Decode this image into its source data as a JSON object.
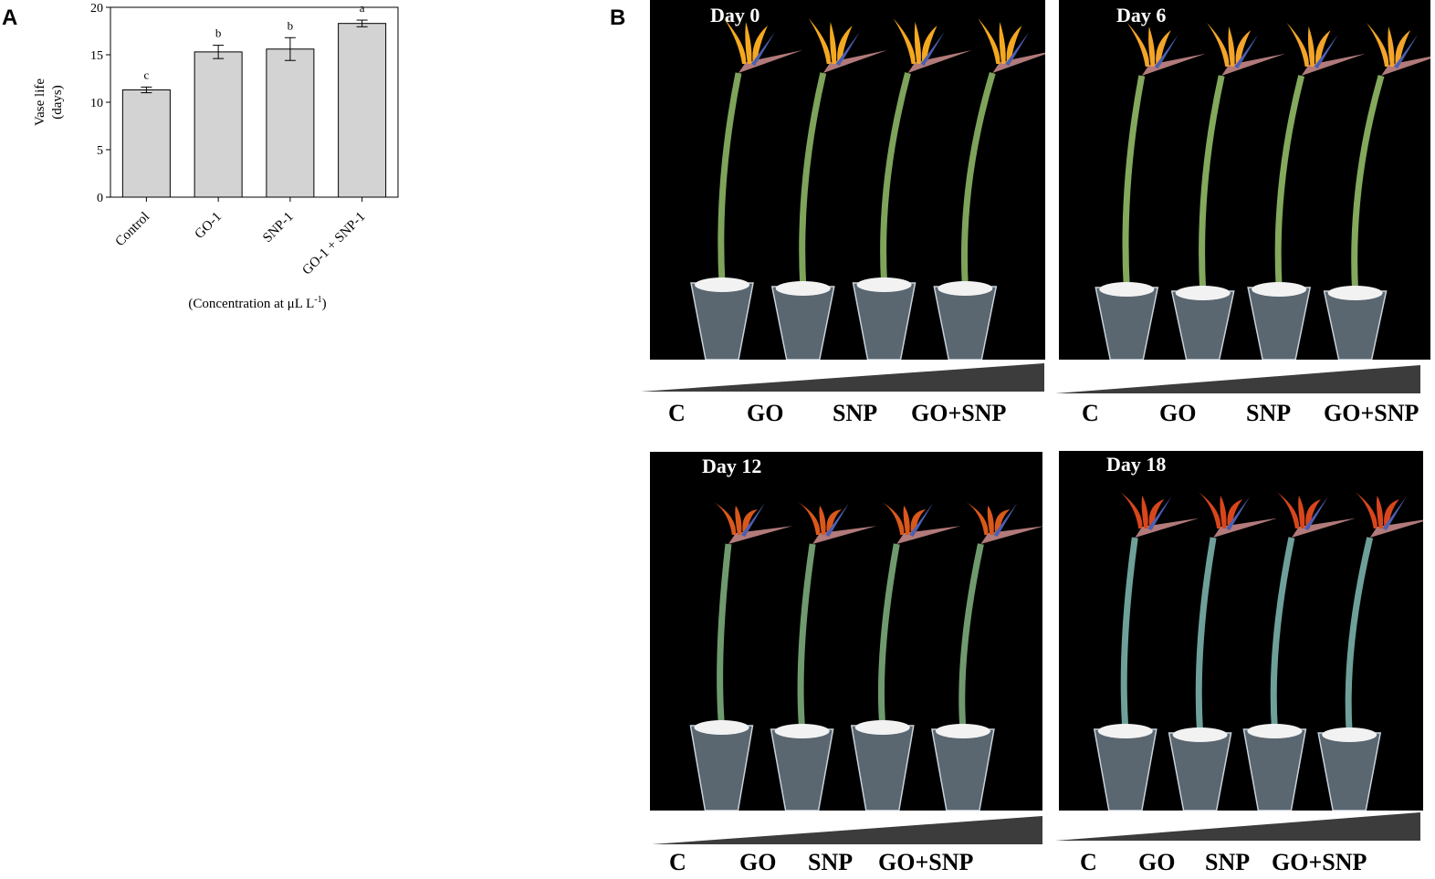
{
  "panel_a": {
    "letter": "A"
  },
  "panel_b": {
    "letter": "B",
    "photos": [
      {
        "day_label": "Day 0",
        "labels": [
          "C",
          "GO",
          "SNP",
          "GO+SNP"
        ]
      },
      {
        "day_label": "Day 6",
        "labels": [
          "C",
          "GO",
          "SNP",
          "GO+SNP"
        ]
      },
      {
        "day_label": "Day 12",
        "labels": [
          "C",
          "GO",
          "SNP",
          "GO+SNP"
        ]
      },
      {
        "day_label": "Day 18",
        "labels": [
          "C",
          "GO",
          "SNP",
          "GO+SNP"
        ]
      }
    ]
  },
  "chart_data": {
    "type": "bar",
    "title": "",
    "categories": [
      "Control",
      "GO-1",
      "SNP-1",
      "GO-1 + SNP-1"
    ],
    "values": [
      11.3,
      15.3,
      15.6,
      18.3
    ],
    "errors": [
      0.3,
      0.7,
      1.2,
      0.35
    ],
    "letters": [
      "c",
      "b",
      "b",
      "a"
    ],
    "ylabel": "Vase life",
    "ylabel_units": "(days)",
    "xlabel_main": "(Concentration at μL L",
    "xlabel_sup": "-1",
    "xlabel_end": ")",
    "ylim": [
      0,
      20
    ],
    "yticks": [
      0,
      5,
      10,
      15,
      20
    ],
    "grid": false,
    "bar_color": "#d3d3d3"
  }
}
